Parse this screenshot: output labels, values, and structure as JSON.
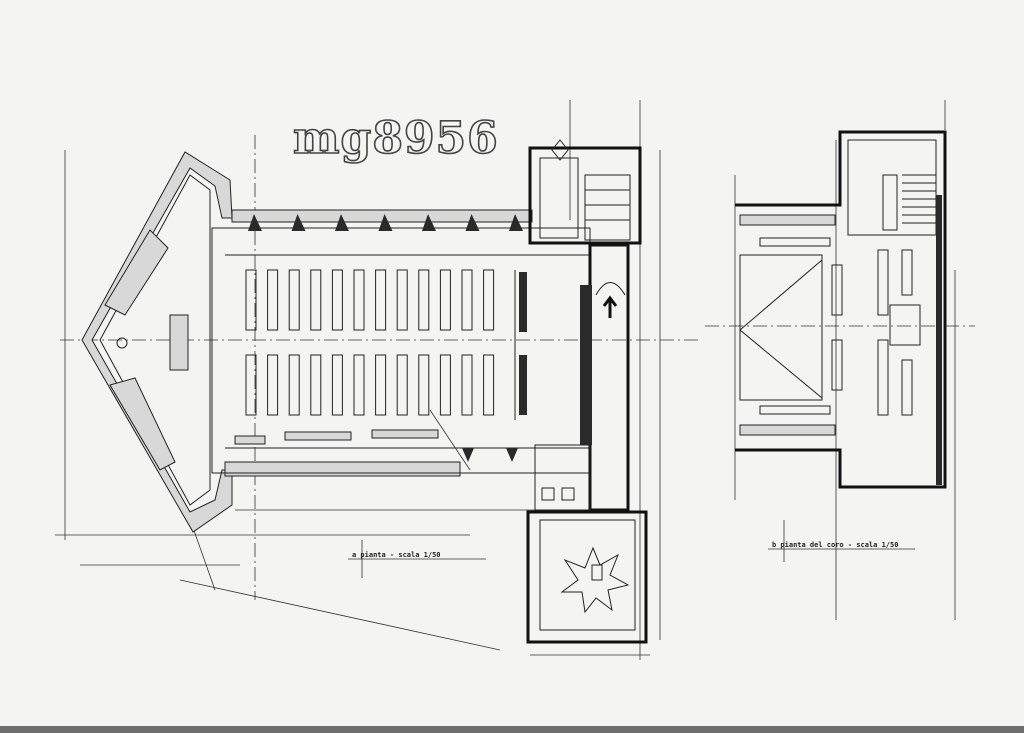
{
  "drawing": {
    "code": "mg8956",
    "caption_main": "a  pianta - scala 1/50",
    "caption_choir": "b  pianta del coro - scala 1/50",
    "pew_rows": 2,
    "pews_per_row": 12
  }
}
